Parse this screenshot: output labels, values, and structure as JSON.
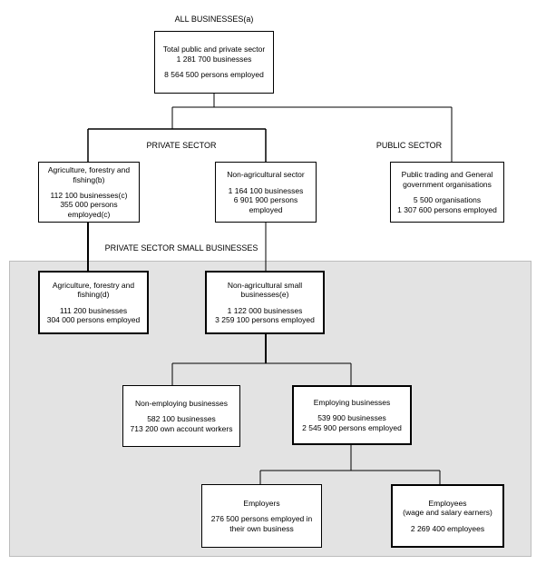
{
  "header": "ALL BUSINESSES(a)",
  "total": {
    "title": "Total public and private sector",
    "businesses": "1 281 700 businesses",
    "persons": "8 564 500 persons employed"
  },
  "private_sector_label": "PRIVATE SECTOR",
  "public_sector_label": "PUBLIC SECTOR",
  "agri": {
    "title": "Agriculture, forestry and fishing(b)",
    "businesses": "112 100 businesses(c)",
    "persons": "355 000 persons employed(c)"
  },
  "nonagri": {
    "title": "Non-agricultural sector",
    "businesses": "1 164 100 businesses",
    "persons": "6 901 900 persons employed"
  },
  "public": {
    "title": "Public trading and General government organisations",
    "orgs": "5 500 organisations",
    "persons": "1 307 600 persons employed"
  },
  "small_label": "PRIVATE SECTOR SMALL BUSINESSES",
  "agri_small": {
    "title": "Agriculture, forestry and fishing(d)",
    "businesses": "111 200 businesses",
    "persons": "304 000 persons employed"
  },
  "nonagri_small": {
    "title": "Non-agricultural small businesses(e)",
    "businesses": "1 122 000 businesses",
    "persons": "3 259 100 persons employed"
  },
  "nonemploying": {
    "title": "Non-employing businesses",
    "businesses": "582 100 businesses",
    "workers": "713 200 own account workers"
  },
  "employing": {
    "title": "Employing businesses",
    "businesses": "539 900 businesses",
    "persons": "2 545 900 persons employed"
  },
  "employers": {
    "title": "Employers",
    "persons": "276 500 persons employed in their own business"
  },
  "employees": {
    "title": "Employees",
    "subtitle": "(wage and salary earners)",
    "count": "2 269 400 employees"
  }
}
